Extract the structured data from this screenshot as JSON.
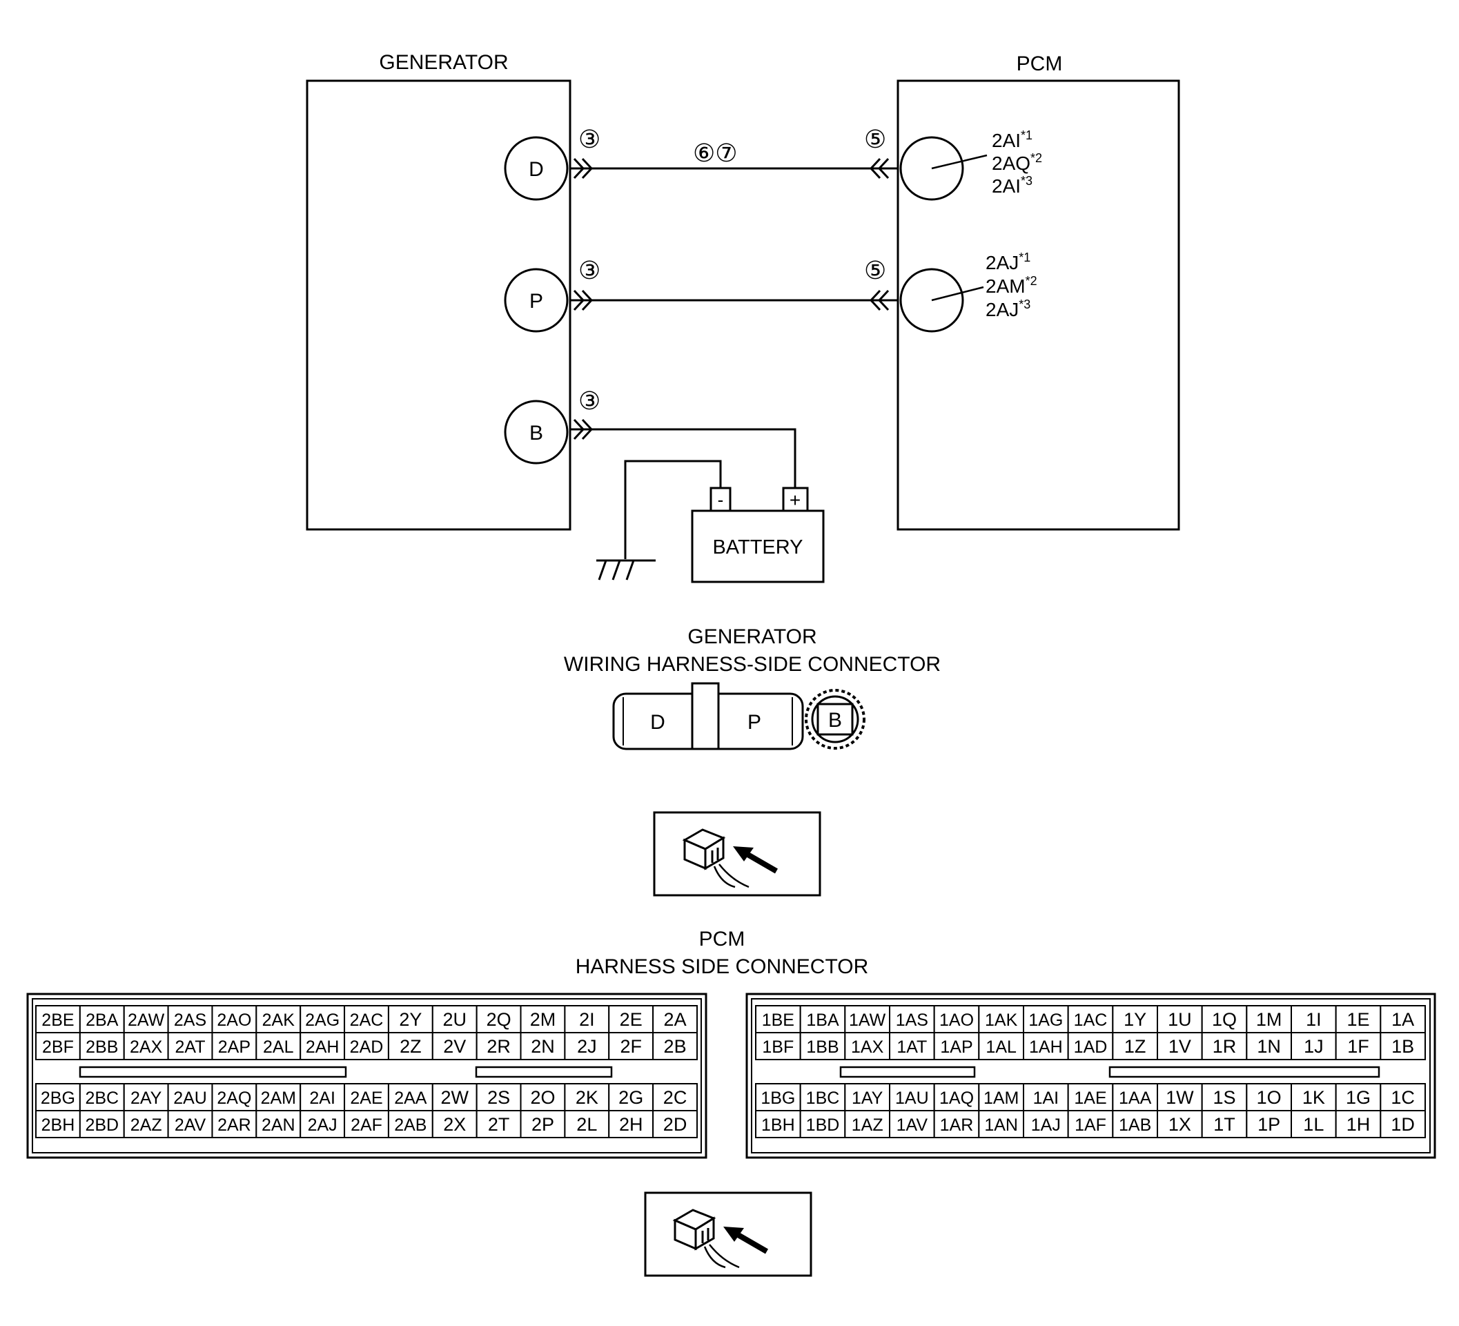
{
  "generator": {
    "title": "GENERATOR",
    "terminals": [
      "D",
      "P",
      "B"
    ]
  },
  "pcm": {
    "title": "PCM",
    "pin_group_1": {
      "base": [
        "2AI",
        "2AQ",
        "2AI"
      ],
      "note": [
        "*1",
        "*2",
        "*3"
      ]
    },
    "pin_group_2": {
      "base": [
        "2AJ",
        "2AM",
        "2AJ"
      ],
      "note": [
        "*1",
        "*2",
        "*3"
      ]
    }
  },
  "callouts": {
    "gen_d": "③",
    "gen_p": "③",
    "gen_b": "③",
    "wire_d": "⑥⑦",
    "pcm_d": "⑤",
    "pcm_p": "⑤"
  },
  "battery": {
    "label": "BATTERY",
    "minus": "-",
    "plus": "+"
  },
  "gen_connector": {
    "title_line1": "GENERATOR",
    "title_line2": "WIRING HARNESS-SIDE CONNECTOR",
    "pins": [
      "D",
      "P",
      "B"
    ]
  },
  "pcm_connector": {
    "title_line1": "PCM",
    "title_line2": "HARNESS SIDE CONNECTOR",
    "left_rows": [
      [
        "2BE",
        "2BA",
        "2AW",
        "2AS",
        "2AO",
        "2AK",
        "2AG",
        "2AC",
        "2Y",
        "2U",
        "2Q",
        "2M",
        "2I",
        "2E",
        "2A"
      ],
      [
        "2BF",
        "2BB",
        "2AX",
        "2AT",
        "2AP",
        "2AL",
        "2AH",
        "2AD",
        "2Z",
        "2V",
        "2R",
        "2N",
        "2J",
        "2F",
        "2B"
      ],
      [
        "2BG",
        "2BC",
        "2AY",
        "2AU",
        "2AQ",
        "2AM",
        "2AI",
        "2AE",
        "2AA",
        "2W",
        "2S",
        "2O",
        "2K",
        "2G",
        "2C"
      ],
      [
        "2BH",
        "2BD",
        "2AZ",
        "2AV",
        "2AR",
        "2AN",
        "2AJ",
        "2AF",
        "2AB",
        "2X",
        "2T",
        "2P",
        "2L",
        "2H",
        "2D"
      ]
    ],
    "right_rows": [
      [
        "1BE",
        "1BA",
        "1AW",
        "1AS",
        "1AO",
        "1AK",
        "1AG",
        "1AC",
        "1Y",
        "1U",
        "1Q",
        "1M",
        "1I",
        "1E",
        "1A"
      ],
      [
        "1BF",
        "1BB",
        "1AX",
        "1AT",
        "1AP",
        "1AL",
        "1AH",
        "1AD",
        "1Z",
        "1V",
        "1R",
        "1N",
        "1J",
        "1F",
        "1B"
      ],
      [
        "1BG",
        "1BC",
        "1AY",
        "1AU",
        "1AQ",
        "1AM",
        "1AI",
        "1AE",
        "1AA",
        "1W",
        "1S",
        "1O",
        "1K",
        "1G",
        "1C"
      ],
      [
        "1BH",
        "1BD",
        "1AZ",
        "1AV",
        "1AR",
        "1AN",
        "1AJ",
        "1AF",
        "1AB",
        "1X",
        "1T",
        "1P",
        "1L",
        "1H",
        "1D"
      ]
    ]
  },
  "icons": [
    "connector-view-icon",
    "connector-view-icon"
  ]
}
